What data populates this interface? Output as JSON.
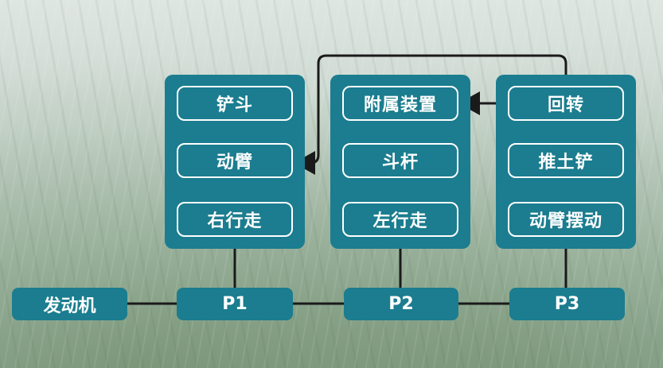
{
  "groups": [
    {
      "items": [
        "铲斗",
        "动臂",
        "右行走"
      ]
    },
    {
      "items": [
        "附属装置",
        "斗杆",
        "左行走"
      ]
    },
    {
      "items": [
        "回转",
        "推土铲",
        "动臂摆动"
      ]
    }
  ],
  "engine": "发动机",
  "pumps": [
    "P1",
    "P2",
    "P3"
  ],
  "colors": {
    "box": "#1b7d8f",
    "line": "#1a1a1a",
    "text": "#ffffff"
  }
}
